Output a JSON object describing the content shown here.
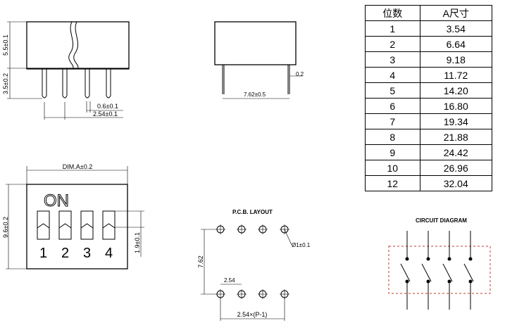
{
  "table": {
    "headers": [
      "位数",
      "A尺寸"
    ],
    "rows": [
      [
        "1",
        "3.54"
      ],
      [
        "2",
        "6.64"
      ],
      [
        "3",
        "9.18"
      ],
      [
        "4",
        "11.72"
      ],
      [
        "5",
        "14.20"
      ],
      [
        "6",
        "16.80"
      ],
      [
        "7",
        "19.34"
      ],
      [
        "8",
        "21.88"
      ],
      [
        "9",
        "24.42"
      ],
      [
        "10",
        "26.96"
      ],
      [
        "12",
        "32.04"
      ]
    ]
  },
  "side_view": {
    "height_body": "5.5±0.1",
    "height_pin": "3.5±0.2",
    "pin_width": "0.6±0.1",
    "pin_pitch": "2.54±0.1"
  },
  "end_view": {
    "pin_thickness": "0.2",
    "row_spacing": "7.62±0.5"
  },
  "top_view": {
    "dim_a": "DIM.A±0.2",
    "width": "9.6±0.2",
    "on_label": "ON",
    "switch_numbers": [
      "1",
      "2",
      "3",
      "4"
    ],
    "actuator": "1.9±0.1"
  },
  "pcb_layout": {
    "title": "P.C.B. LAYOUT",
    "hole": "Ø1±0.1",
    "row_spacing": "7.62",
    "pitch": "2.54",
    "total": "2.54×(P-1)"
  },
  "circuit": {
    "title": "CIRCUIT DIAGRAM"
  }
}
